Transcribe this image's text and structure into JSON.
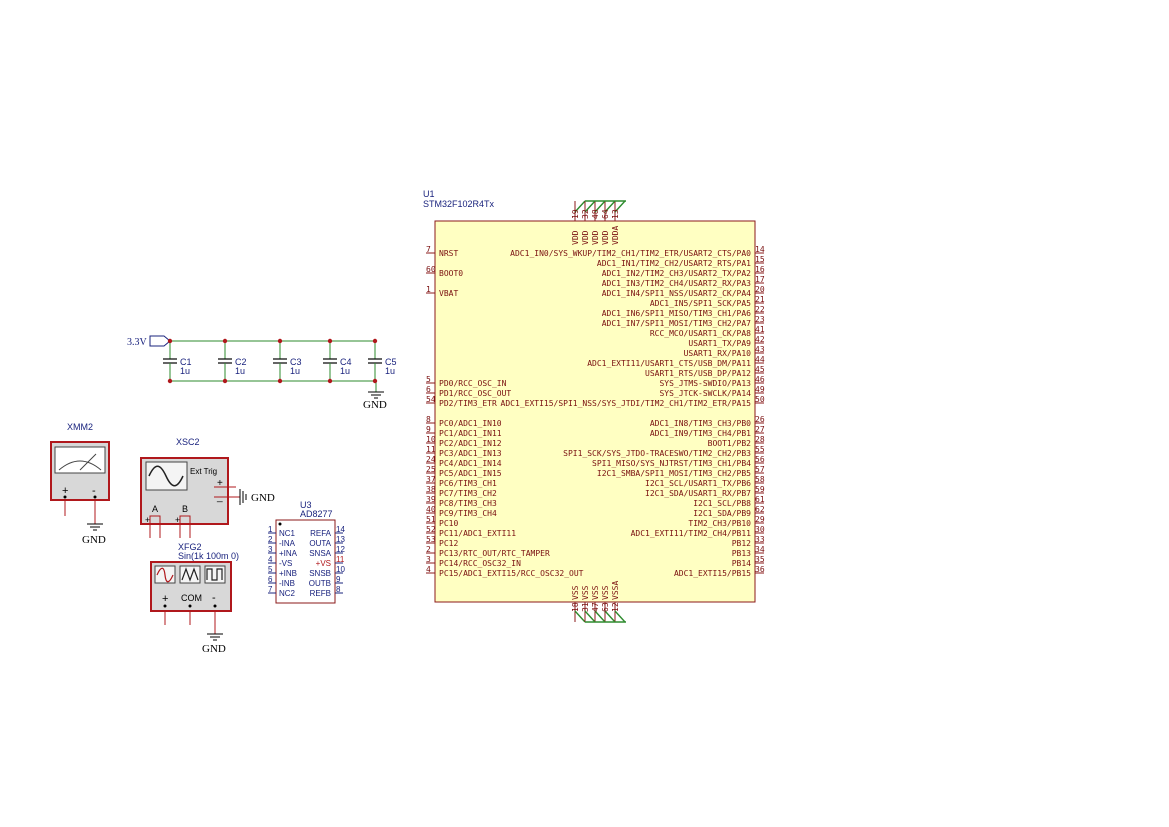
{
  "colors": {
    "wire": "#2e8b2e",
    "body_outline": "#8b1a1a",
    "body_fill": "#ffffc2",
    "pin_text": "#7a1010",
    "ref_text": "#1a237e",
    "junction": "#b0181c",
    "instrument_red": "#b0181c",
    "instrument_grey": "#c0c0c0"
  },
  "power": {
    "supply_label": "3.3V",
    "gnd_label": "GND"
  },
  "capacitors": [
    {
      "ref": "C1",
      "value": "1u"
    },
    {
      "ref": "C2",
      "value": "1u"
    },
    {
      "ref": "C3",
      "value": "1u"
    },
    {
      "ref": "C4",
      "value": "1u"
    },
    {
      "ref": "C5",
      "value": "1u"
    }
  ],
  "instruments": {
    "multimeter": {
      "ref": "XMM2",
      "plus": "+",
      "minus": "-"
    },
    "scope": {
      "ref": "XSC2",
      "ext_trig": "Ext Trig",
      "a": "A",
      "b": "B",
      "plus": "+",
      "minus": "_"
    },
    "fgen": {
      "ref": "XFG2",
      "spec": "Sin(1k 100m 0)",
      "plus": "+",
      "com": "COM",
      "minus": "-"
    }
  },
  "u3": {
    "ref": "U3",
    "part": "AD8277",
    "left_pins": [
      {
        "num": "1",
        "name": "NC1"
      },
      {
        "num": "2",
        "name": "-INA"
      },
      {
        "num": "3",
        "name": "+INA"
      },
      {
        "num": "4",
        "name": "-VS"
      },
      {
        "num": "5",
        "name": "+INB"
      },
      {
        "num": "6",
        "name": "-INB"
      },
      {
        "num": "7",
        "name": "NC2"
      }
    ],
    "right_pins": [
      {
        "num": "14",
        "name": "REFA"
      },
      {
        "num": "13",
        "name": "OUTA"
      },
      {
        "num": "12",
        "name": "SNSA"
      },
      {
        "num": "11",
        "name": "+VS"
      },
      {
        "num": "10",
        "name": "SNSB"
      },
      {
        "num": "9",
        "name": "OUTB"
      },
      {
        "num": "8",
        "name": "REFB"
      }
    ]
  },
  "u1": {
    "ref": "U1",
    "part": "STM32F102R4Tx",
    "top_pins": [
      {
        "num": "19",
        "name": "VDD"
      },
      {
        "num": "32",
        "name": "VDD"
      },
      {
        "num": "48",
        "name": "VDD"
      },
      {
        "num": "64",
        "name": "VDD"
      },
      {
        "num": "13",
        "name": "VDDA"
      }
    ],
    "bottom_pins": [
      {
        "num": "18",
        "name": "VSS"
      },
      {
        "num": "31",
        "name": "VSS"
      },
      {
        "num": "47",
        "name": "VSS"
      },
      {
        "num": "63",
        "name": "VSS"
      },
      {
        "num": "12",
        "name": "VSSA"
      }
    ],
    "left_groups": [
      [
        {
          "num": "7",
          "name": "NRST"
        },
        {
          "num": "60",
          "name": "BOOT0"
        },
        {
          "num": "1",
          "name": "VBAT"
        }
      ],
      [
        {
          "num": "5",
          "name": "PD0/RCC_OSC_IN"
        },
        {
          "num": "6",
          "name": "PD1/RCC_OSC_OUT"
        },
        {
          "num": "54",
          "name": "PD2/TIM3_ETR"
        }
      ],
      [
        {
          "num": "8",
          "name": "PC0/ADC1_IN10"
        },
        {
          "num": "9",
          "name": "PC1/ADC1_IN11"
        },
        {
          "num": "10",
          "name": "PC2/ADC1_IN12"
        },
        {
          "num": "11",
          "name": "PC3/ADC1_IN13"
        },
        {
          "num": "24",
          "name": "PC4/ADC1_IN14"
        },
        {
          "num": "25",
          "name": "PC5/ADC1_IN15"
        },
        {
          "num": "37",
          "name": "PC6/TIM3_CH1"
        },
        {
          "num": "38",
          "name": "PC7/TIM3_CH2"
        },
        {
          "num": "39",
          "name": "PC8/TIM3_CH3"
        },
        {
          "num": "40",
          "name": "PC9/TIM3_CH4"
        },
        {
          "num": "51",
          "name": "PC10"
        },
        {
          "num": "52",
          "name": "PC11/ADC1_EXTI11"
        },
        {
          "num": "53",
          "name": "PC12"
        },
        {
          "num": "2",
          "name": "PC13/RTC_OUT/RTC_TAMPER"
        },
        {
          "num": "3",
          "name": "PC14/RCC_OSC32_IN"
        },
        {
          "num": "4",
          "name": "PC15/ADC1_EXTI15/RCC_OSC32_OUT"
        }
      ]
    ],
    "right_groups": [
      [
        {
          "num": "14",
          "name": "ADC1_IN0/SYS_WKUP/TIM2_CH1/TIM2_ETR/USART2_CTS/PA0"
        },
        {
          "num": "15",
          "name": "ADC1_IN1/TIM2_CH2/USART2_RTS/PA1"
        },
        {
          "num": "16",
          "name": "ADC1_IN2/TIM2_CH3/USART2_TX/PA2"
        },
        {
          "num": "17",
          "name": "ADC1_IN3/TIM2_CH4/USART2_RX/PA3"
        },
        {
          "num": "20",
          "name": "ADC1_IN4/SPI1_NSS/USART2_CK/PA4"
        },
        {
          "num": "21",
          "name": "ADC1_IN5/SPI1_SCK/PA5"
        },
        {
          "num": "22",
          "name": "ADC1_IN6/SPI1_MISO/TIM3_CH1/PA6"
        },
        {
          "num": "23",
          "name": "ADC1_IN7/SPI1_MOSI/TIM3_CH2/PA7"
        },
        {
          "num": "41",
          "name": "RCC_MCO/USART1_CK/PA8"
        },
        {
          "num": "42",
          "name": "USART1_TX/PA9"
        },
        {
          "num": "43",
          "name": "USART1_RX/PA10"
        },
        {
          "num": "44",
          "name": "ADC1_EXTI11/USART1_CTS/USB_DM/PA11"
        },
        {
          "num": "45",
          "name": "USART1_RTS/USB_DP/PA12"
        },
        {
          "num": "46",
          "name": "SYS_JTMS-SWDIO/PA13"
        },
        {
          "num": "49",
          "name": "SYS_JTCK-SWCLK/PA14"
        },
        {
          "num": "50",
          "name": "ADC1_EXTI15/SPI1_NSS/SYS_JTDI/TIM2_CH1/TIM2_ETR/PA15"
        }
      ],
      [
        {
          "num": "26",
          "name": "ADC1_IN8/TIM3_CH3/PB0"
        },
        {
          "num": "27",
          "name": "ADC1_IN9/TIM3_CH4/PB1"
        },
        {
          "num": "28",
          "name": "BOOT1/PB2"
        },
        {
          "num": "55",
          "name": "SPI1_SCK/SYS_JTDO-TRACESWO/TIM2_CH2/PB3"
        },
        {
          "num": "56",
          "name": "SPI1_MISO/SYS_NJTRST/TIM3_CH1/PB4"
        },
        {
          "num": "57",
          "name": "I2C1_SMBA/SPI1_MOSI/TIM3_CH2/PB5"
        },
        {
          "num": "58",
          "name": "I2C1_SCL/USART1_TX/PB6"
        },
        {
          "num": "59",
          "name": "I2C1_SDA/USART1_RX/PB7"
        },
        {
          "num": "61",
          "name": "I2C1_SCL/PB8"
        },
        {
          "num": "62",
          "name": "I2C1_SDA/PB9"
        },
        {
          "num": "29",
          "name": "TIM2_CH3/PB10"
        },
        {
          "num": "30",
          "name": "ADC1_EXTI11/TIM2_CH4/PB11"
        },
        {
          "num": "33",
          "name": "PB12"
        },
        {
          "num": "34",
          "name": "PB13"
        },
        {
          "num": "35",
          "name": "PB14"
        },
        {
          "num": "36",
          "name": "ADC1_EXTI15/PB15"
        }
      ]
    ]
  }
}
